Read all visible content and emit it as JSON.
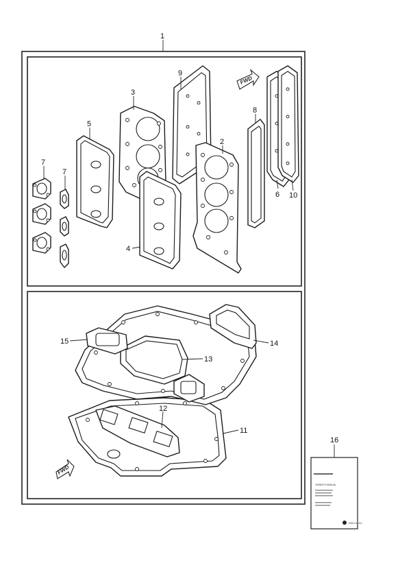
{
  "callouts": {
    "c1": "1",
    "c2": "2",
    "c3": "3",
    "c4": "4",
    "c5": "5",
    "c6": "6",
    "c7a": "7",
    "c7b": "7",
    "c8": "8",
    "c9": "9",
    "c10": "10",
    "c11": "11",
    "c12": "12",
    "c13": "13",
    "c14": "14",
    "c15": "15",
    "c16": "16"
  },
  "arrows": {
    "upper": "FWD",
    "lower": "FWD"
  },
  "manual": {
    "title": "OWNER'S MANUAL",
    "code": "99011-91J10"
  },
  "colors": {
    "line": "#1a1a1a",
    "background": "#ffffff"
  }
}
